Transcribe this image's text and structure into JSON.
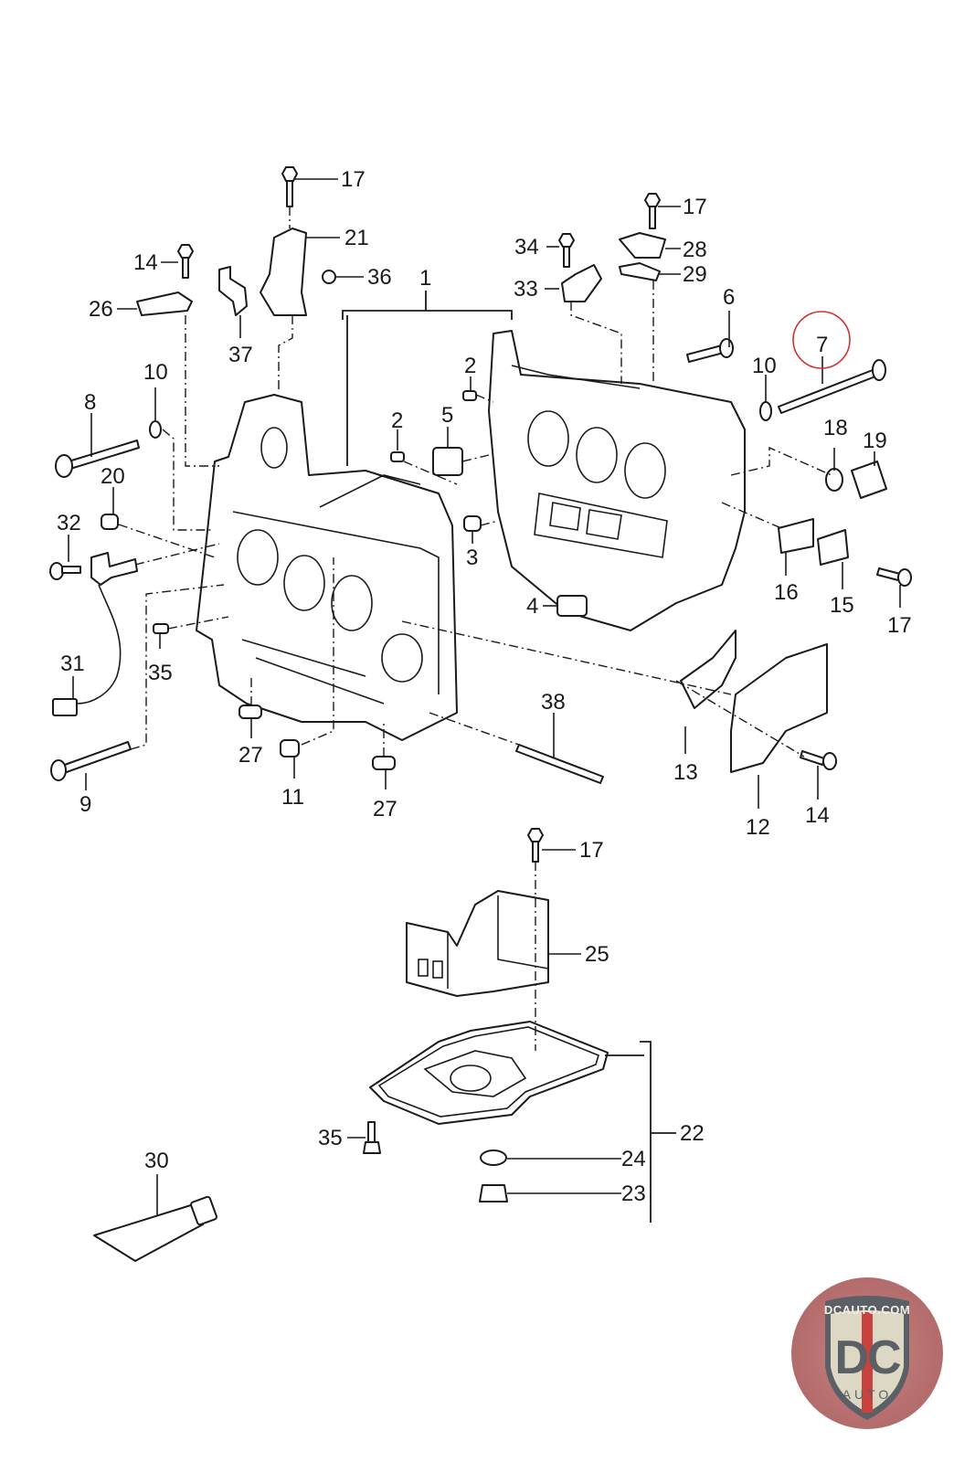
{
  "diagram": {
    "title": "Crankcase exploded parts diagram",
    "highlight": {
      "part": "7",
      "color": "#d0302f"
    },
    "callouts": [
      {
        "id": "c17a",
        "label": "17"
      },
      {
        "id": "c21",
        "label": "21"
      },
      {
        "id": "c14a",
        "label": "14"
      },
      {
        "id": "c36",
        "label": "36"
      },
      {
        "id": "c1",
        "label": "1"
      },
      {
        "id": "c26",
        "label": "26"
      },
      {
        "id": "c37",
        "label": "37"
      },
      {
        "id": "c17b",
        "label": "17"
      },
      {
        "id": "c34",
        "label": "34"
      },
      {
        "id": "c28",
        "label": "28"
      },
      {
        "id": "c29",
        "label": "29"
      },
      {
        "id": "c33",
        "label": "33"
      },
      {
        "id": "c6",
        "label": "6"
      },
      {
        "id": "c7",
        "label": "7"
      },
      {
        "id": "c10a",
        "label": "10"
      },
      {
        "id": "c10b",
        "label": "10"
      },
      {
        "id": "c8",
        "label": "8"
      },
      {
        "id": "c2a",
        "label": "2"
      },
      {
        "id": "c2b",
        "label": "2"
      },
      {
        "id": "c5",
        "label": "5"
      },
      {
        "id": "c18",
        "label": "18"
      },
      {
        "id": "c19",
        "label": "19"
      },
      {
        "id": "c20",
        "label": "20"
      },
      {
        "id": "c32",
        "label": "32"
      },
      {
        "id": "c3",
        "label": "3"
      },
      {
        "id": "c16",
        "label": "16"
      },
      {
        "id": "c15",
        "label": "15"
      },
      {
        "id": "c17c",
        "label": "17"
      },
      {
        "id": "c4",
        "label": "4"
      },
      {
        "id": "c31",
        "label": "31"
      },
      {
        "id": "c35a",
        "label": "35"
      },
      {
        "id": "c38",
        "label": "38"
      },
      {
        "id": "c13",
        "label": "13"
      },
      {
        "id": "c27a",
        "label": "27"
      },
      {
        "id": "c11",
        "label": "11"
      },
      {
        "id": "c27b",
        "label": "27"
      },
      {
        "id": "c9",
        "label": "9"
      },
      {
        "id": "c12",
        "label": "12"
      },
      {
        "id": "c14b",
        "label": "14"
      },
      {
        "id": "c17d",
        "label": "17"
      },
      {
        "id": "c25",
        "label": "25"
      },
      {
        "id": "c22",
        "label": "22"
      },
      {
        "id": "c35b",
        "label": "35"
      },
      {
        "id": "c24",
        "label": "24"
      },
      {
        "id": "c23",
        "label": "23"
      },
      {
        "id": "c30",
        "label": "30"
      }
    ]
  },
  "logo": {
    "url_text": "DCAUTO.COM",
    "mark": "DC",
    "sub": "AUTO"
  }
}
